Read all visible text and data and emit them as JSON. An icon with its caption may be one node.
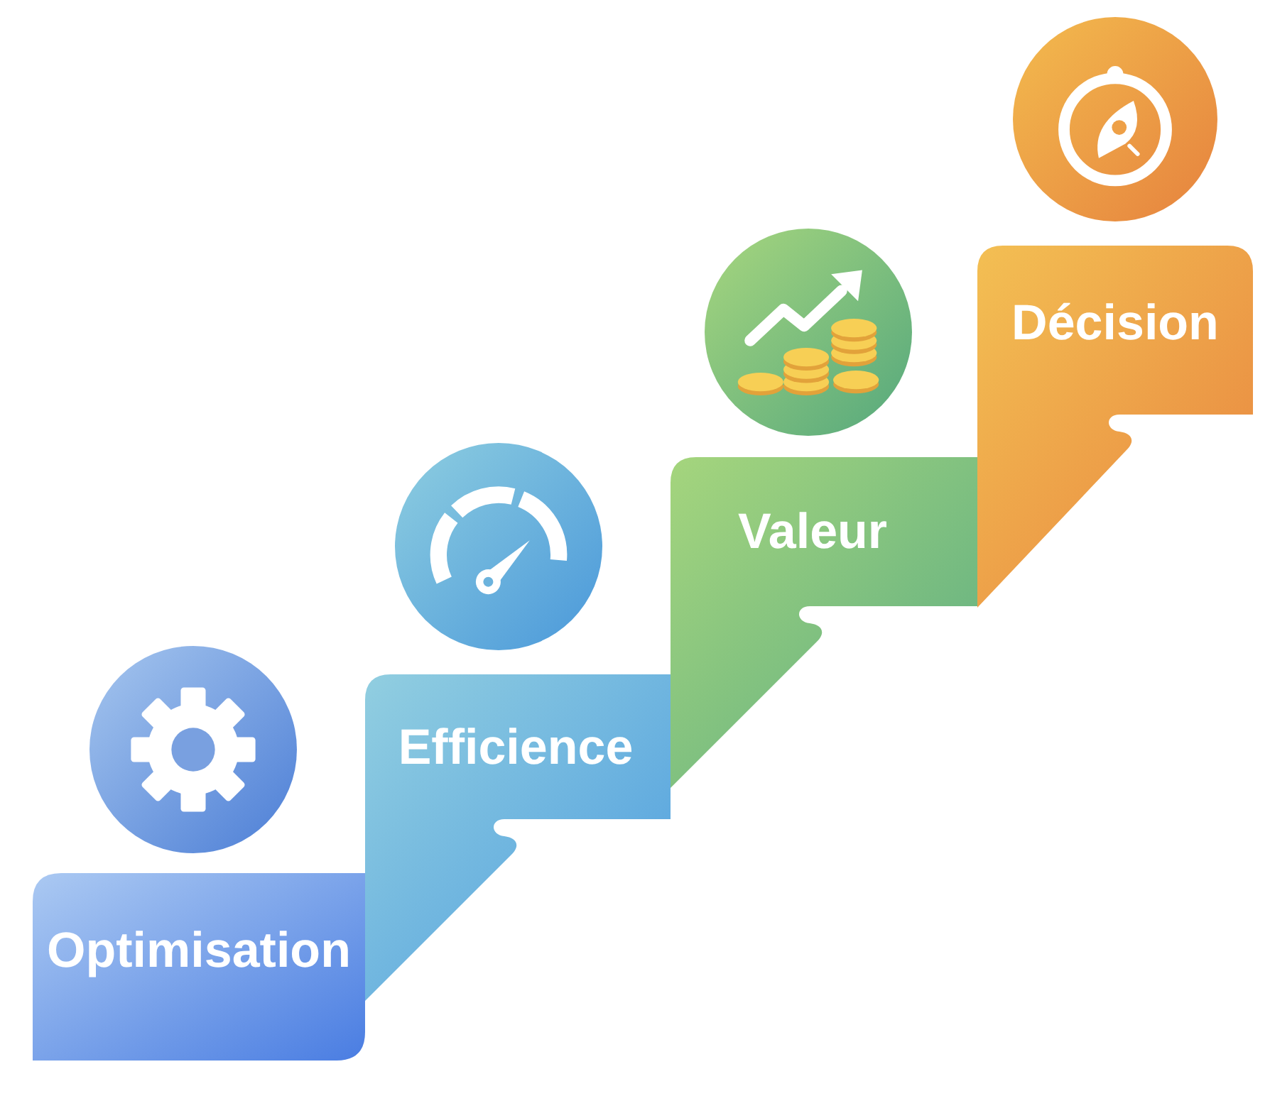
{
  "diagram": {
    "nodes": [
      {
        "text": [
          "Optimisation"
        ]
      },
      {
        "text": [
          "Efficience"
        ]
      },
      {
        "text": [
          "Valeur"
        ]
      },
      {
        "text": [
          "Décision"
        ]
      }
    ]
  }
}
